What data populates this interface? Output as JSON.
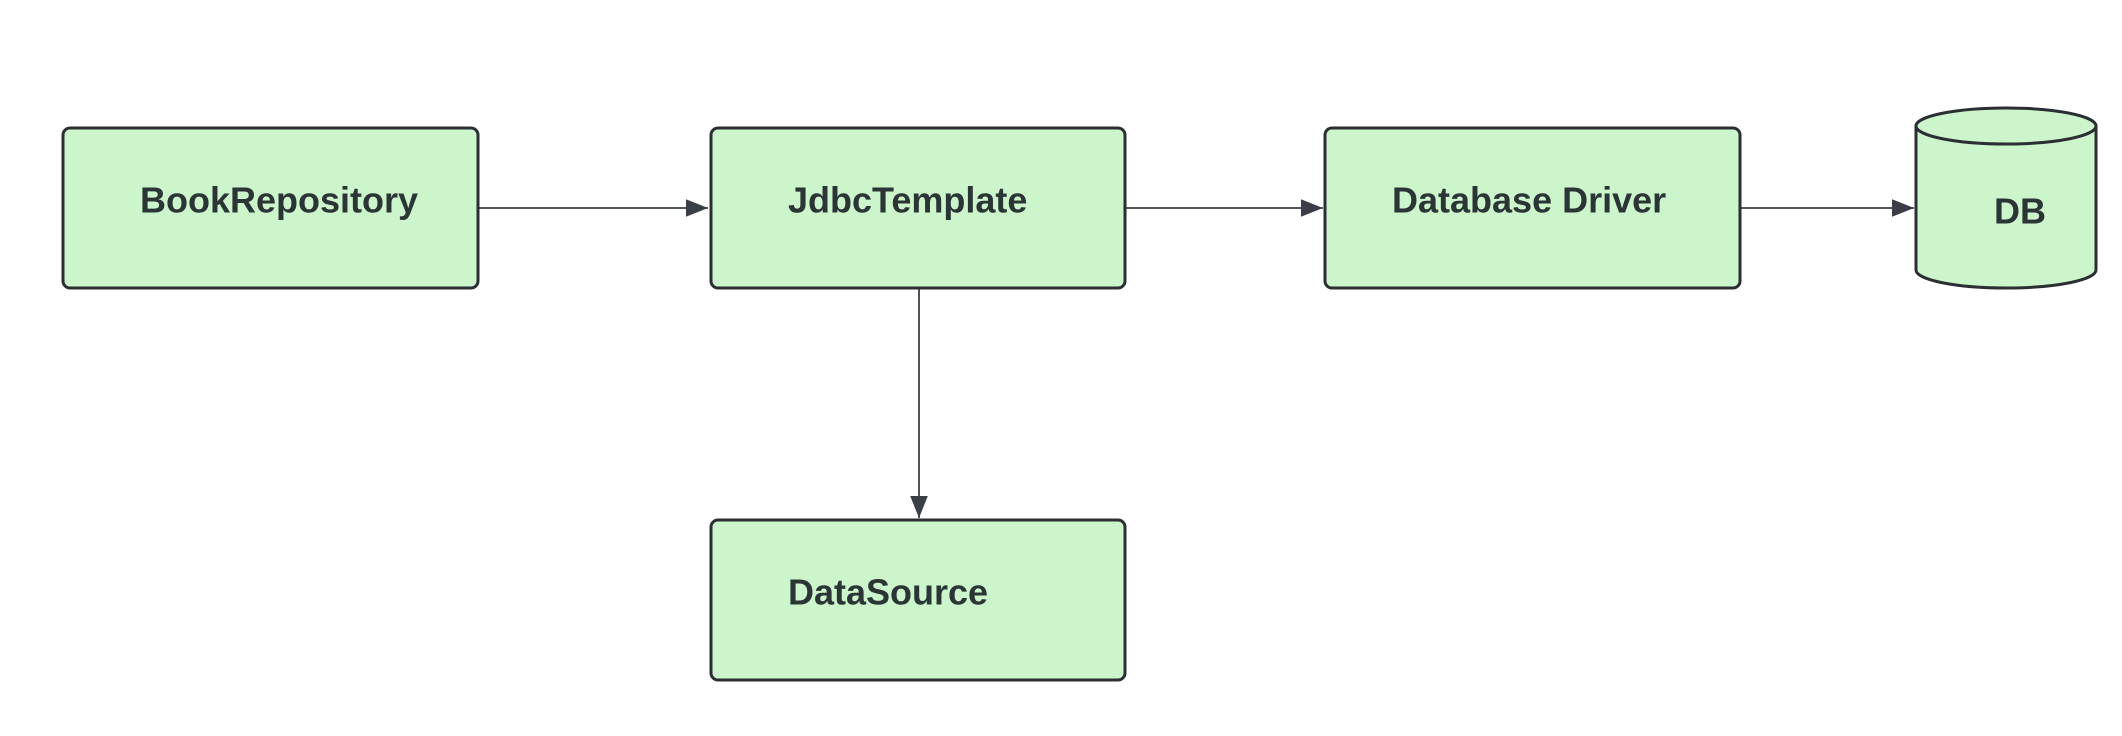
{
  "colors": {
    "node_fill": "#ccf5cc",
    "node_stroke": "#2b2f33",
    "label_color": "#2b3535",
    "edge_color": "#3a3f47"
  },
  "nodes": {
    "book_repository": {
      "label": "BookRepository",
      "shape": "rounded-rectangle"
    },
    "jdbc_template": {
      "label": "JdbcTemplate",
      "shape": "rounded-rectangle"
    },
    "database_driver": {
      "label": "Database Driver",
      "shape": "rounded-rectangle"
    },
    "db": {
      "label": "DB",
      "shape": "cylinder"
    },
    "data_source": {
      "label": "DataSource",
      "shape": "rounded-rectangle"
    }
  },
  "edges": [
    {
      "from": "BookRepository",
      "to": "JdbcTemplate"
    },
    {
      "from": "JdbcTemplate",
      "to": "Database Driver"
    },
    {
      "from": "Database Driver",
      "to": "DB"
    },
    {
      "from": "JdbcTemplate",
      "to": "DataSource"
    }
  ]
}
